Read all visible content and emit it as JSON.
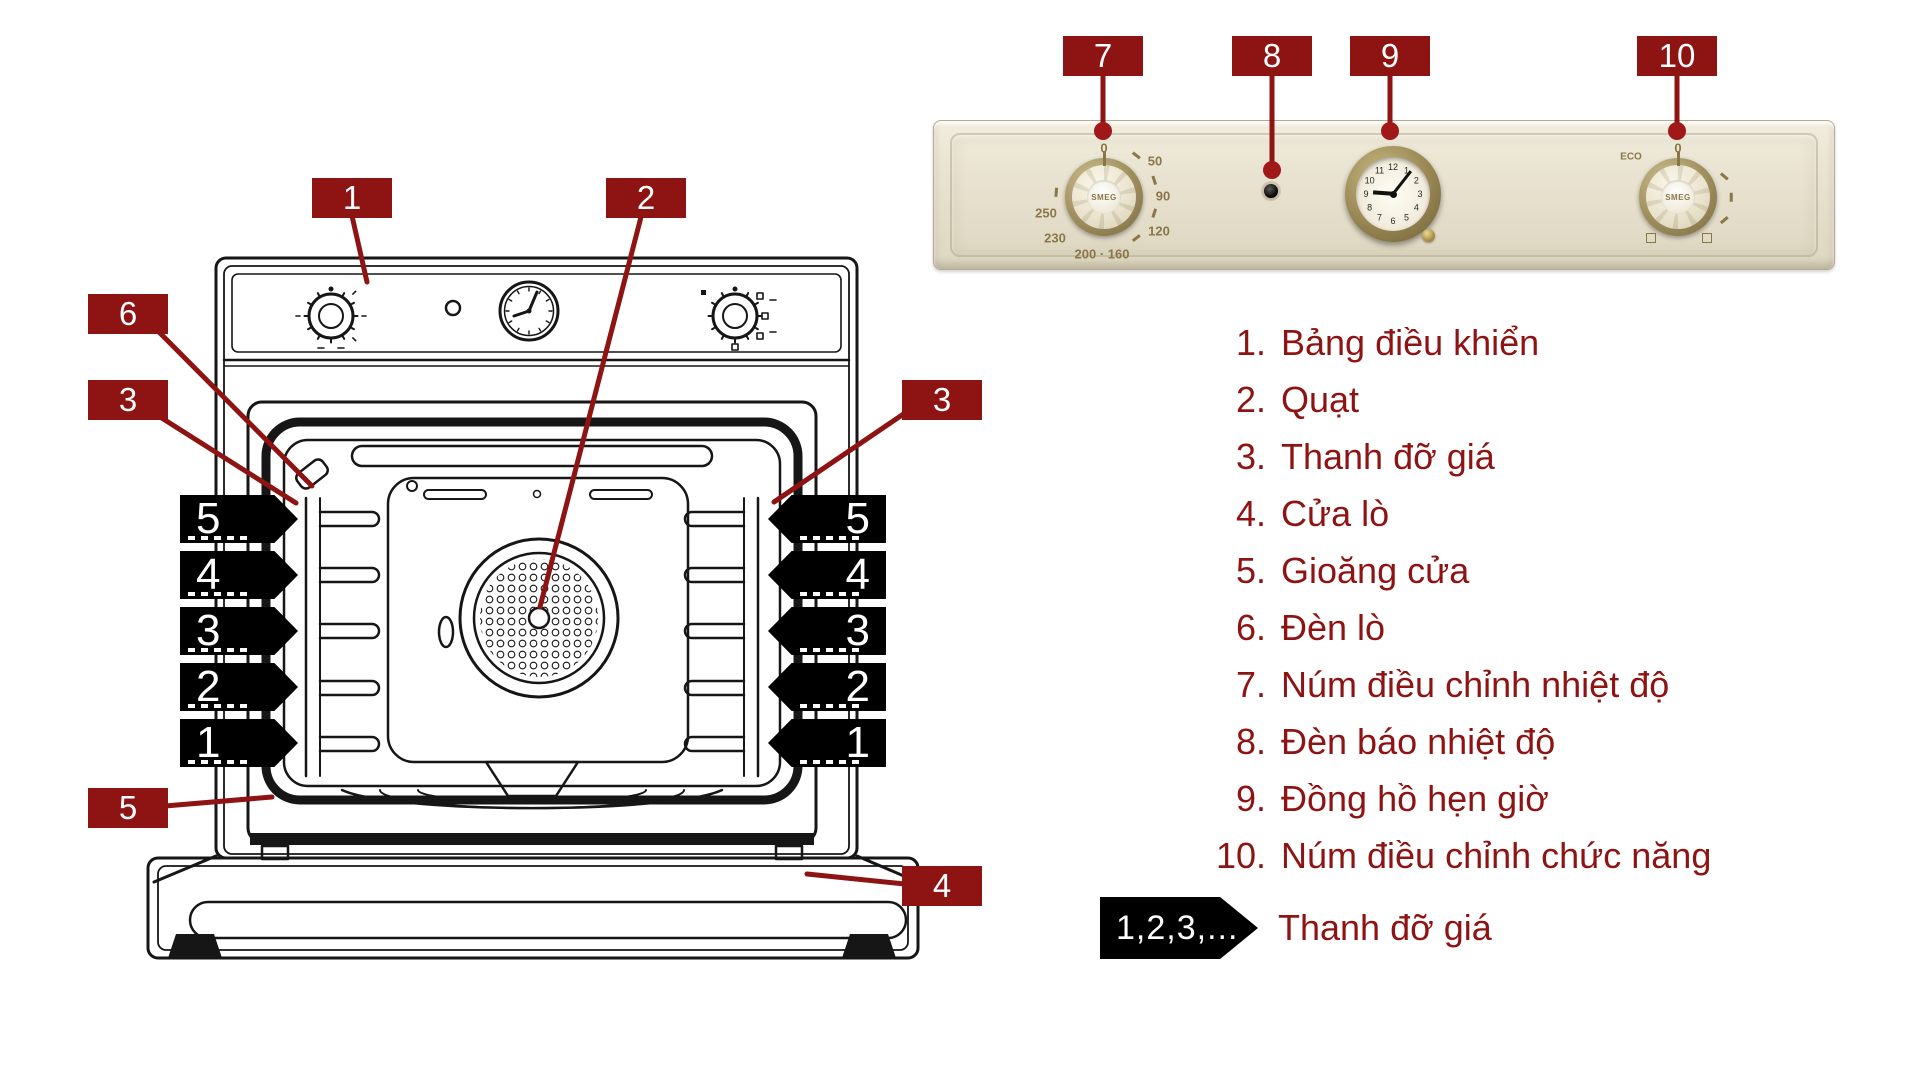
{
  "colors": {
    "callout_red": "#8e1414",
    "legend_text": "#8e1414",
    "shelf_label_bg": "#000000",
    "panel_cream": "#e9e3d1",
    "brass_gold": "#8a7747",
    "line_art": "#161616"
  },
  "callouts": {
    "c1": "1",
    "c2": "2",
    "c3_left": "3",
    "c3_right": "3",
    "c4": "4",
    "c5": "5",
    "c6": "6",
    "c7": "7",
    "c8": "8",
    "c9": "9",
    "c10": "10"
  },
  "shelf_left": [
    "5",
    "4",
    "3",
    "2",
    "1"
  ],
  "shelf_right": [
    "5",
    "4",
    "3",
    "2",
    "1"
  ],
  "panel": {
    "brand": "SMEG",
    "temp_scale": {
      "zero": "0",
      "r50": "50",
      "r90": "90",
      "r120": "120",
      "l250": "250",
      "l230": "230",
      "bottom": "200 · 160"
    },
    "function_scale": {
      "eco": "ECO",
      "zero": "0"
    },
    "clock": [
      "12",
      "1",
      "2",
      "3",
      "4",
      "5",
      "6",
      "7",
      "8",
      "9",
      "10",
      "11"
    ]
  },
  "legend": {
    "items": [
      {
        "num": "1.",
        "label": "Bảng điều khiển"
      },
      {
        "num": "2.",
        "label": "Quạt"
      },
      {
        "num": "3.",
        "label": "Thanh đỡ giá"
      },
      {
        "num": "4.",
        "label": "Cửa lò"
      },
      {
        "num": "5.",
        "label": "Gioăng cửa"
      },
      {
        "num": "6.",
        "label": "Đèn lò"
      },
      {
        "num": "7.",
        "label": "Núm điều chỉnh nhiệt độ"
      },
      {
        "num": "8.",
        "label": "Đèn báo nhiệt độ"
      },
      {
        "num": "9.",
        "label": "Đồng hồ hẹn giờ"
      },
      {
        "num": "10.",
        "label": "Núm điều chỉnh chức năng"
      }
    ],
    "shelf_row": {
      "badge": "1,2,3,...",
      "label": "Thanh đỡ giá"
    }
  }
}
